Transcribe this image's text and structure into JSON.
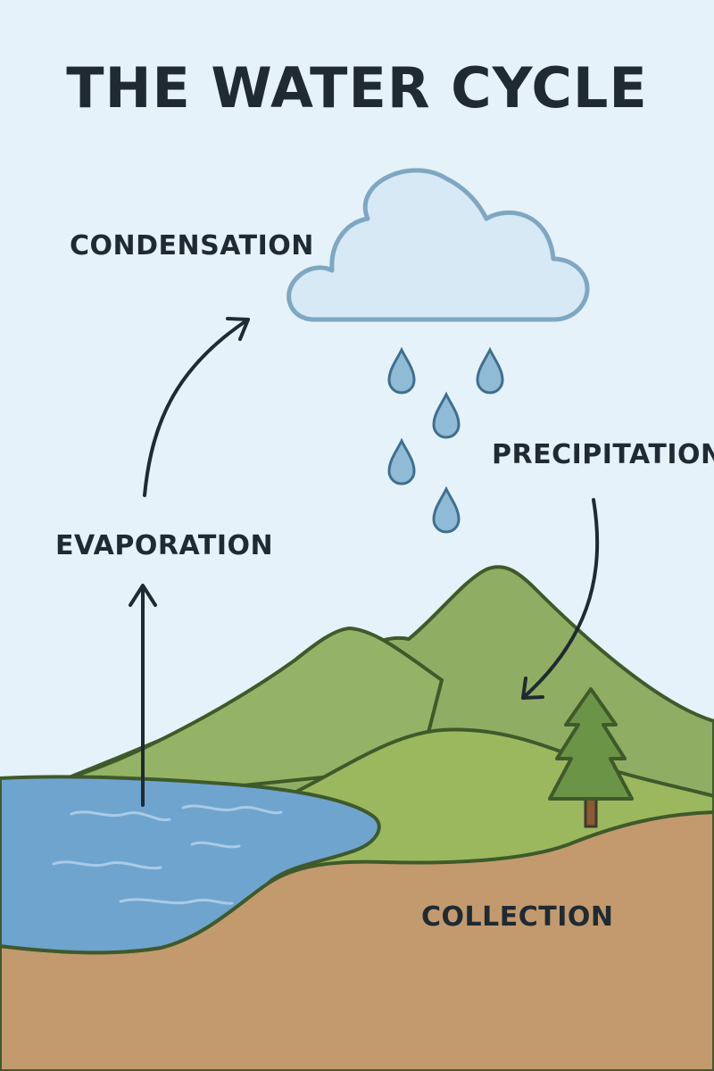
{
  "title": "THE WATER CYCLE",
  "stages": {
    "condensation": "CONDENSATION",
    "evaporation": "EVAPORATION",
    "precipitation": "PRECIPITATION",
    "collection": "COLLECTION"
  },
  "colors": {
    "sky": "#e6f2f9",
    "cloud_fill": "#d6e9f5",
    "cloud_stroke": "#7ea7c2",
    "raindrop": "#8fbbd6",
    "raindrop_stroke": "#3f6f8e",
    "water": "#6fa4cf",
    "mountain": "#8fae63",
    "hill": "#9bb85f",
    "outline": "#3f5a2a",
    "ground": "#c29a6d",
    "tree": "#6c9447",
    "trunk": "#8a5a34",
    "arrow": "#1f2a33",
    "text": "#1f2a33"
  },
  "icons": [
    "cloud-icon",
    "raindrop-icon",
    "tree-icon",
    "arrow-icon"
  ]
}
